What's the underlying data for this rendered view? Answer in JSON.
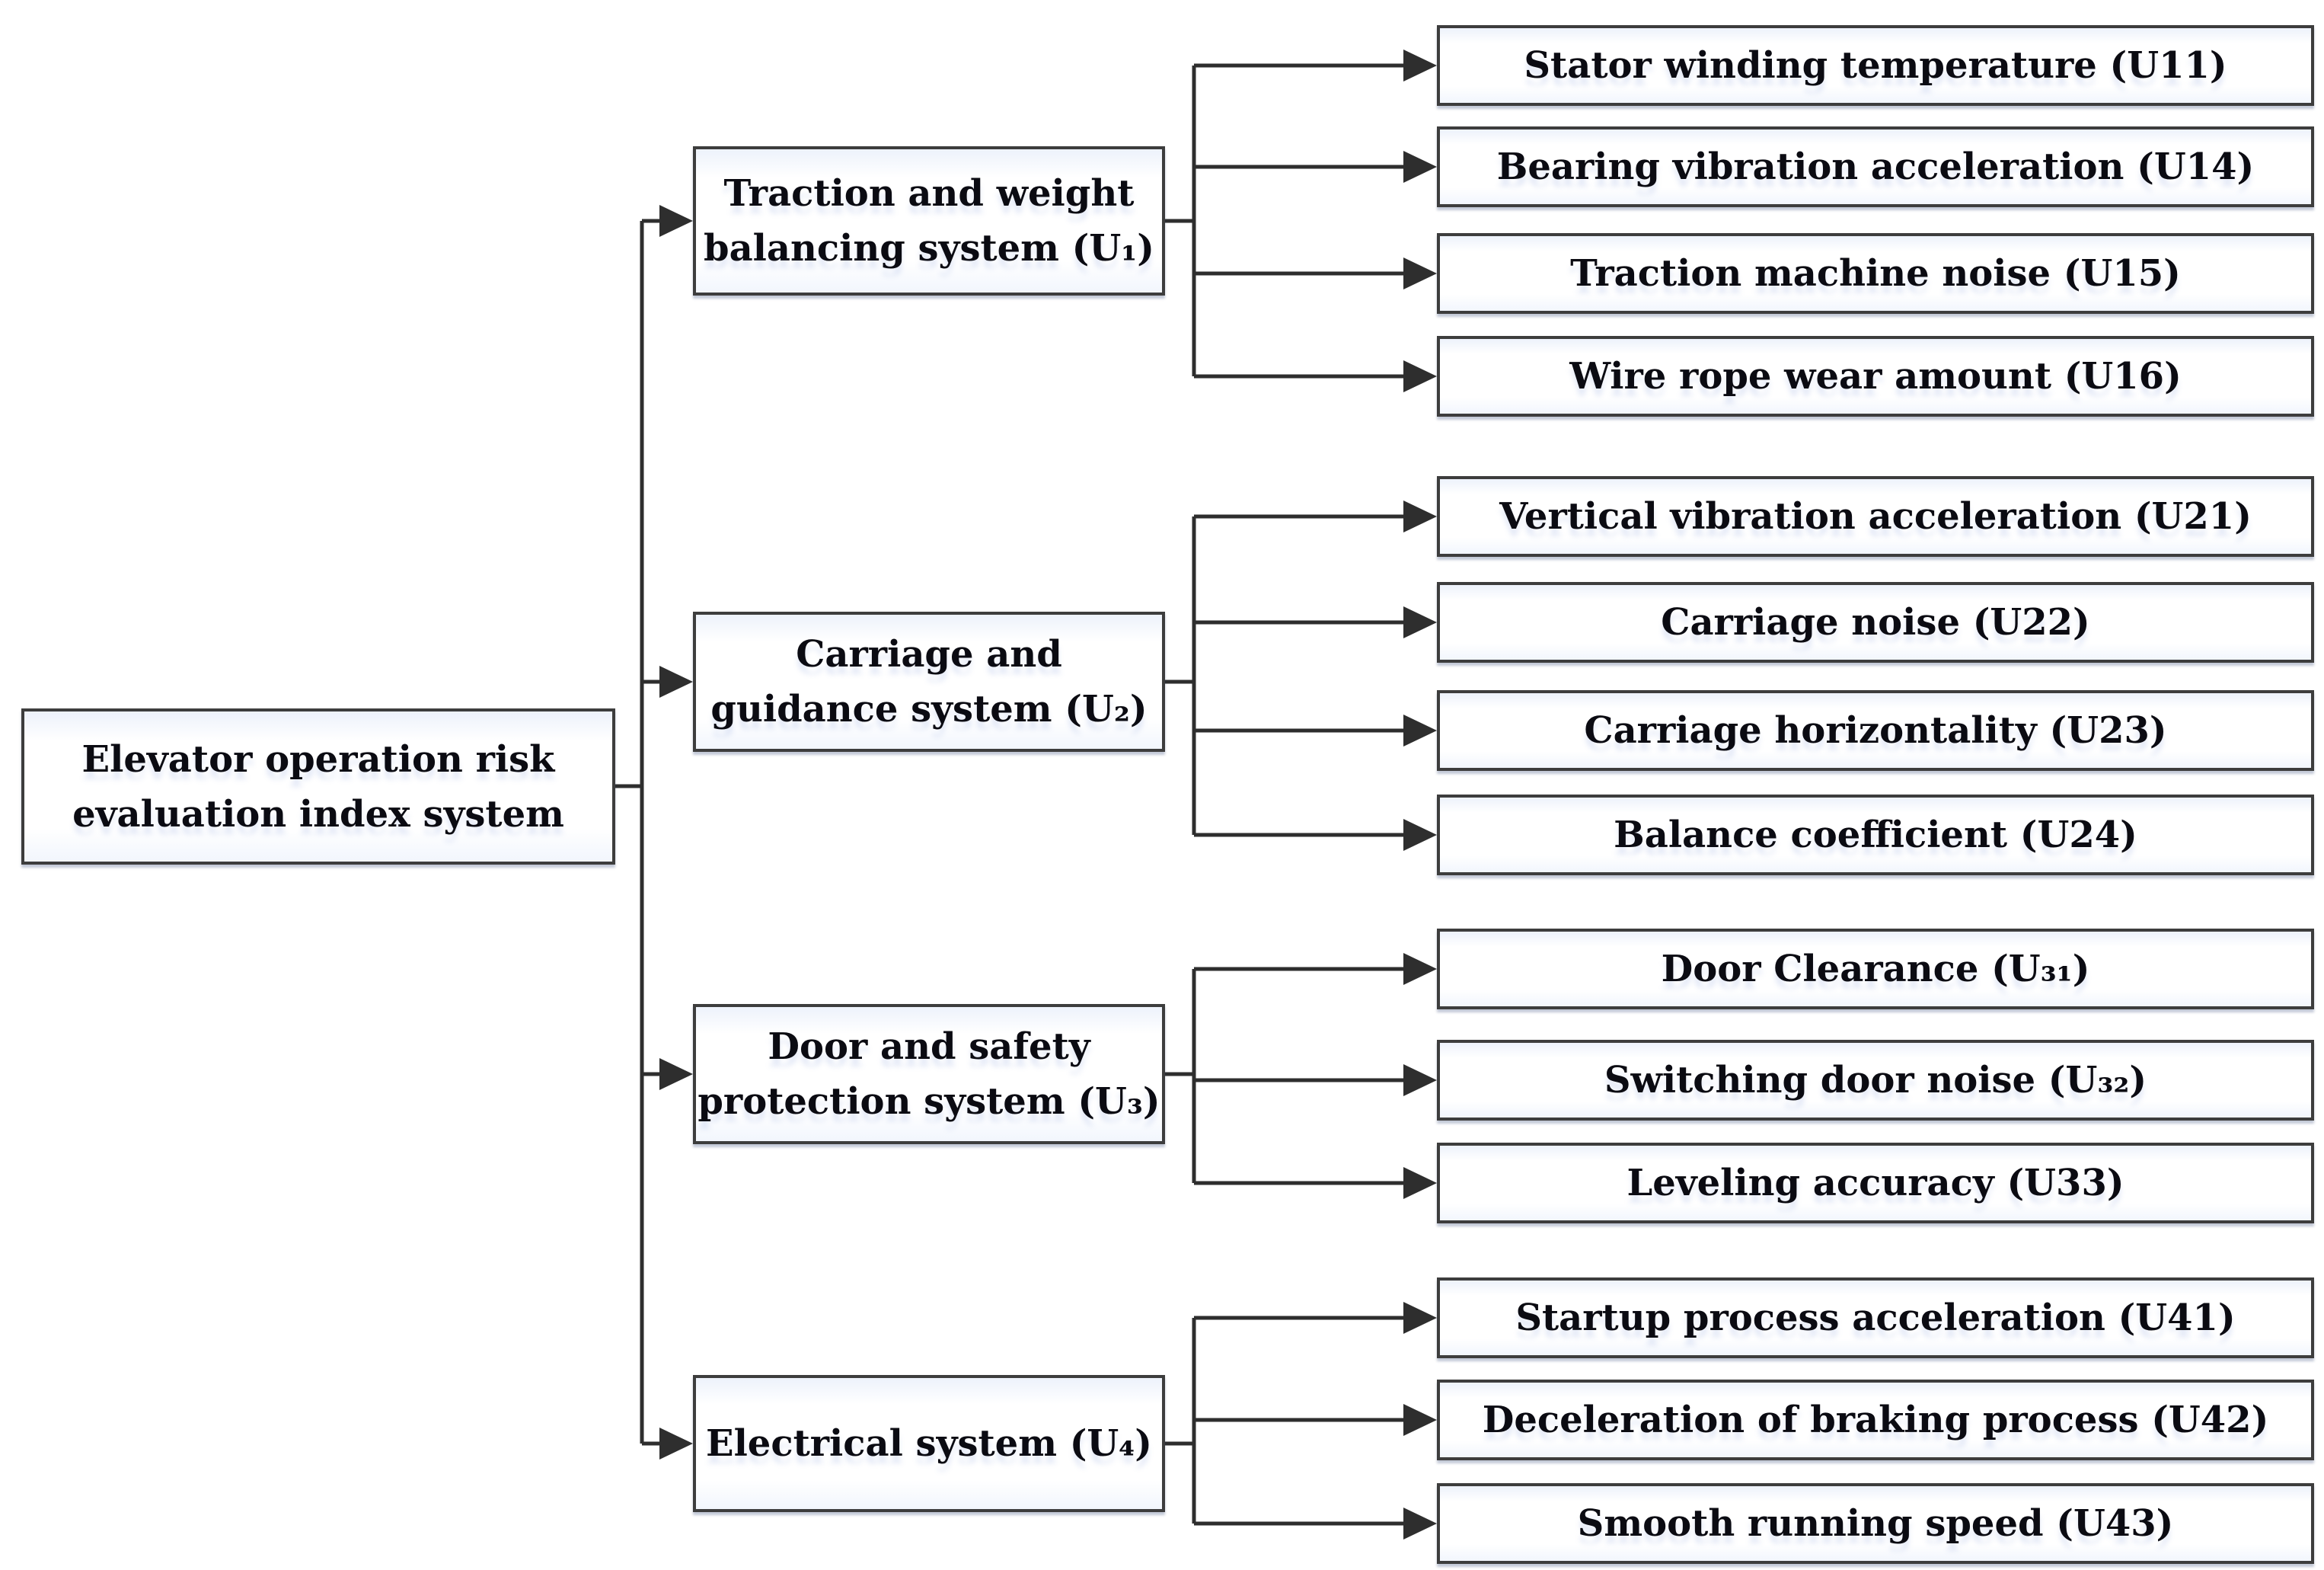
{
  "diagram": {
    "root": {
      "label": "Elevator operation risk\nevaluation index system"
    },
    "groups": [
      {
        "label": "Traction and weight\nbalancing system (U₁)",
        "children": [
          "Stator winding temperature (U11)",
          "Bearing vibration acceleration (U14)",
          "Traction machine noise (U15)",
          "Wire rope wear amount (U16)"
        ]
      },
      {
        "label": "Carriage and\nguidance system (U₂)",
        "children": [
          "Vertical vibration acceleration (U21)",
          "Carriage noise (U22)",
          "Carriage horizontality (U23)",
          "Balance coefficient (U24)"
        ]
      },
      {
        "label": "Door and safety\nprotection system (U₃)",
        "children": [
          "Door Clearance (U₃₁)",
          "Switching door noise (U₃₂)",
          "Leveling accuracy (U33)"
        ]
      },
      {
        "label": "Electrical system (U₄)",
        "children": [
          "Startup process acceleration (U41)",
          "Deceleration of braking process (U42)",
          "Smooth running speed (U43)"
        ]
      }
    ]
  },
  "colors": {
    "line": "#2e2e2e",
    "box_border": "#3d3d3d",
    "box_background": "#ffffff",
    "box_tint": "#edf2fb",
    "text": "#0b0b12"
  }
}
